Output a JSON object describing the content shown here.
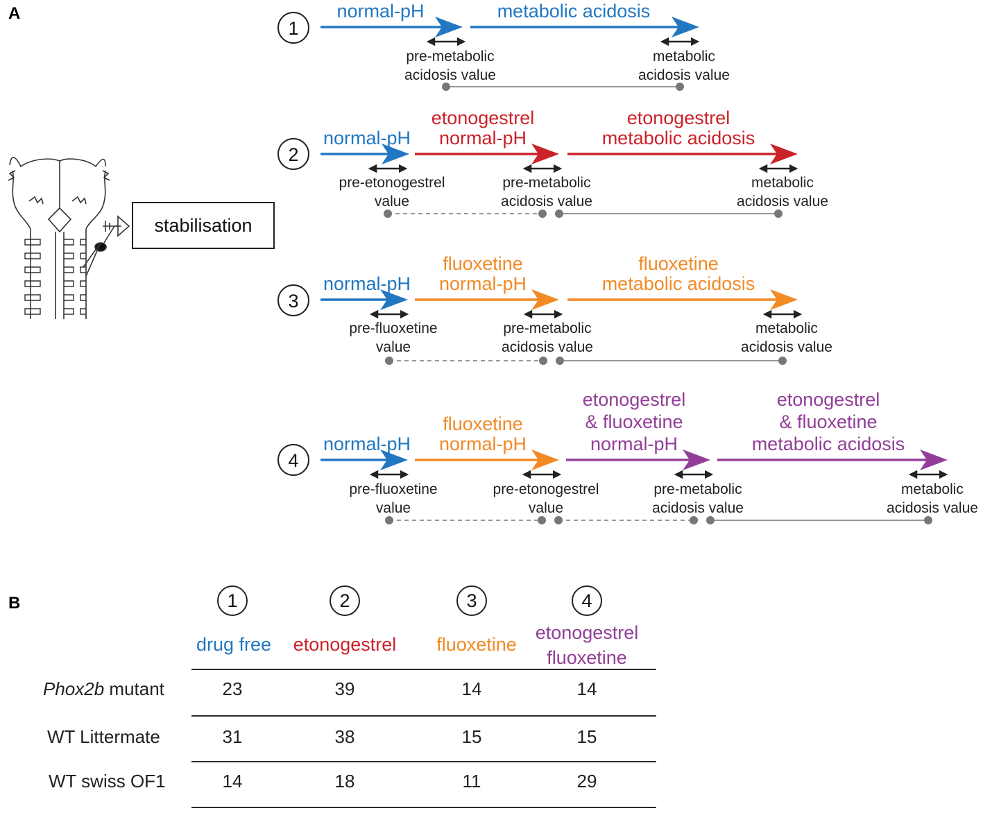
{
  "panel_a": {
    "letter": "A",
    "stabilisation_label": "stabilisation",
    "protocols": [
      {
        "number": "1",
        "phases": [
          {
            "lines": [
              "normal-pH"
            ],
            "color": "#2277c2"
          },
          {
            "lines": [
              "metabolic acidosis"
            ],
            "color": "#2277c2"
          }
        ],
        "measures": [
          {
            "lines": [
              "pre-metabolic",
              "acidosis value"
            ]
          },
          {
            "lines": [
              "metabolic",
              "acidosis value"
            ]
          }
        ],
        "connectors": [
          "solid"
        ]
      },
      {
        "number": "2",
        "phases": [
          {
            "lines": [
              "normal-pH"
            ],
            "color": "#2277c2"
          },
          {
            "lines": [
              "etonogestrel",
              "normal-pH"
            ],
            "color": "#cc2229"
          },
          {
            "lines": [
              "etonogestrel",
              "metabolic acidosis"
            ],
            "color": "#cc2229"
          }
        ],
        "measures": [
          {
            "lines": [
              "pre-etonogestrel",
              "value"
            ]
          },
          {
            "lines": [
              "pre-metabolic",
              "acidosis value"
            ]
          },
          {
            "lines": [
              "metabolic",
              "acidosis value"
            ]
          }
        ],
        "connectors": [
          "dashed",
          "solid"
        ]
      },
      {
        "number": "3",
        "phases": [
          {
            "lines": [
              "normal-pH"
            ],
            "color": "#2277c2"
          },
          {
            "lines": [
              "fluoxetine",
              "normal-pH"
            ],
            "color": "#f28a26"
          },
          {
            "lines": [
              "fluoxetine",
              "metabolic acidosis"
            ],
            "color": "#f28a26"
          }
        ],
        "measures": [
          {
            "lines": [
              "pre-fluoxetine",
              "value"
            ]
          },
          {
            "lines": [
              "pre-metabolic",
              "acidosis value"
            ]
          },
          {
            "lines": [
              "metabolic",
              "acidosis value"
            ]
          }
        ],
        "connectors": [
          "dashed",
          "solid"
        ]
      },
      {
        "number": "4",
        "phases": [
          {
            "lines": [
              "normal-pH"
            ],
            "color": "#2277c2"
          },
          {
            "lines": [
              "fluoxetine",
              "normal-pH"
            ],
            "color": "#f28a26"
          },
          {
            "lines": [
              "etonogestrel",
              "& fluoxetine",
              "normal-pH"
            ],
            "color": "#923e98"
          },
          {
            "lines": [
              "etonogestrel",
              "& fluoxetine",
              "metabolic acidosis"
            ],
            "color": "#923e98"
          }
        ],
        "measures": [
          {
            "lines": [
              "pre-fluoxetine",
              "value"
            ]
          },
          {
            "lines": [
              "pre-etonogestrel",
              "value"
            ]
          },
          {
            "lines": [
              "pre-metabolic",
              "acidosis value"
            ]
          },
          {
            "lines": [
              "metabolic",
              "acidosis value"
            ]
          }
        ],
        "connectors": [
          "dashed",
          "dashed",
          "solid"
        ]
      }
    ]
  },
  "panel_b": {
    "letter": "B",
    "columns": [
      {
        "number": "1",
        "lines": [
          "drug free"
        ],
        "color": "#2277c2"
      },
      {
        "number": "2",
        "lines": [
          "etonogestrel"
        ],
        "color": "#cc2229"
      },
      {
        "number": "3",
        "lines": [
          "fluoxetine"
        ],
        "color": "#f28a26"
      },
      {
        "number": "4",
        "lines": [
          "etonogestrel",
          "fluoxetine"
        ],
        "color": "#923e98"
      }
    ],
    "rows": [
      {
        "label_italic": "Phox2b",
        "label_rest": " mutant",
        "values": [
          "23",
          "39",
          "14",
          "14"
        ]
      },
      {
        "label_italic": "",
        "label_rest": "WT Littermate",
        "values": [
          "31",
          "38",
          "15",
          "15"
        ]
      },
      {
        "label_italic": "",
        "label_rest": "WT swiss OF1",
        "values": [
          "14",
          "18",
          "11",
          "29"
        ]
      }
    ]
  }
}
